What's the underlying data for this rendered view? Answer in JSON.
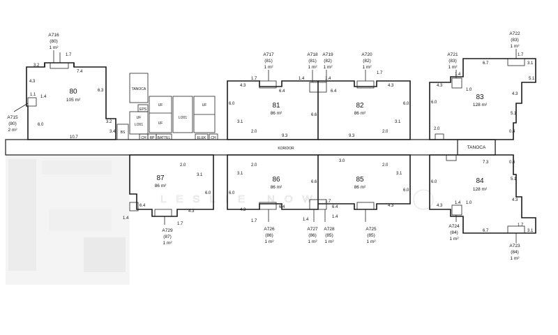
{
  "corridor": {
    "label": "KORIDOR"
  },
  "utility": {
    "tanoca_left": "TANOCA",
    "tanoca_right": "TANOCA",
    "uf_labels": [
      "UF",
      "UF",
      "UF",
      "UF"
    ],
    "lo_labels": [
      "LO01",
      "LO01"
    ],
    "small_rooms": [
      "BS",
      "EPS",
      "CH",
      "RP",
      "BATTEL",
      "ELEK",
      "CH"
    ]
  },
  "watermark": {
    "text": "LESLIE NOW"
  },
  "units": [
    {
      "id": "80",
      "area": "105 m²"
    },
    {
      "id": "81",
      "area": "86 m²"
    },
    {
      "id": "82",
      "area": "86 m²"
    },
    {
      "id": "83",
      "area": "128 m²"
    },
    {
      "id": "84",
      "area": "128 m²"
    },
    {
      "id": "85",
      "area": "86 m²"
    },
    {
      "id": "86",
      "area": "86 m²"
    },
    {
      "id": "87",
      "area": "86 m²"
    }
  ],
  "tags": [
    {
      "code": "A716",
      "unit": "(80)",
      "area": "1 m²"
    },
    {
      "code": "A715",
      "unit": "(80)",
      "area": "2 m²"
    },
    {
      "code": "A717",
      "unit": "(81)",
      "area": "1 m²"
    },
    {
      "code": "A718",
      "unit": "(81)",
      "area": "1 m²"
    },
    {
      "code": "A719",
      "unit": "(82)",
      "area": "1 m²"
    },
    {
      "code": "A720",
      "unit": "(82)",
      "area": "1 m²"
    },
    {
      "code": "A721",
      "unit": "(83)",
      "area": "1 m²"
    },
    {
      "code": "A722",
      "unit": "(83)",
      "area": "1 m²"
    },
    {
      "code": "A723",
      "unit": "(84)",
      "area": "1 m²"
    },
    {
      "code": "A724",
      "unit": "(84)",
      "area": "1 m²"
    },
    {
      "code": "A725",
      "unit": "(85)",
      "area": "1 m²"
    },
    {
      "code": "A726",
      "unit": "(86)",
      "area": "1 m²"
    },
    {
      "code": "A727",
      "unit": "(86)",
      "area": "1 m²"
    },
    {
      "code": "A728",
      "unit": "(85)",
      "area": "1 m²"
    },
    {
      "code": "A729",
      "unit": "(87)",
      "area": "1 m²"
    }
  ],
  "dims": {
    "u80": [
      "3.2",
      "7.4",
      "4.3",
      "6.3",
      "6.0",
      "10.7",
      "3.2",
      "3.4",
      "1.1",
      "1.4",
      "1.7"
    ],
    "u81": [
      "4.3",
      "6.4",
      "6.0",
      "6.6",
      "3.1",
      "2.0",
      "9.3",
      "1.7",
      "1.4"
    ],
    "u82": [
      "6.4",
      "4.3",
      "6.0",
      "3.1",
      "2.0",
      "9.3",
      "1.4",
      "1.7"
    ],
    "u83": [
      "6.7",
      "3.1",
      "5.1",
      "4.3",
      "5.1",
      "0.4",
      "6.0",
      "4.3",
      "2.0",
      "1.4",
      "1.0",
      "1.7"
    ],
    "u84": [
      "7.3",
      "0.6",
      "5.1",
      "4.3",
      "6.7",
      "3.1",
      "6.0",
      "4.3",
      "1.4",
      "1.0",
      "1.7"
    ],
    "u85": [
      "3.0",
      "2.0",
      "3.1",
      "6.0",
      "6.4",
      "4.3",
      "1.7",
      "1.4"
    ],
    "u86": [
      "4.3",
      "6.4",
      "3.1",
      "2.0",
      "6.6",
      "6.0",
      "1.7",
      "1.4"
    ],
    "u87": [
      "2.0",
      "3.1",
      "6.0",
      "6.4",
      "4.3",
      "1.4",
      "1.7"
    ]
  }
}
